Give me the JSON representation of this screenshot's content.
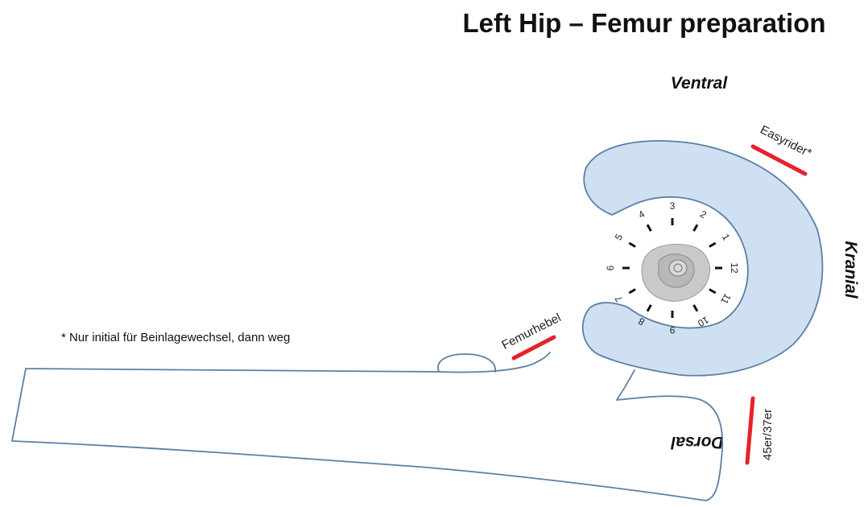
{
  "title": "Left Hip – Femur preparation",
  "directions": {
    "ventral": "Ventral",
    "kranial": "Kranial",
    "dorsal": "Dorsal"
  },
  "instruments": [
    {
      "label": "Easyrider*"
    },
    {
      "label": "Femurhebel"
    },
    {
      "label": "45er/37er"
    }
  ],
  "footnote": "* Nur initial für Beinlagewechsel, dann weg",
  "clock": {
    "numbers": [
      "1",
      "2",
      "3",
      "4",
      "5",
      "6",
      "7",
      "8",
      "9",
      "10",
      "11",
      "12"
    ]
  },
  "colors": {
    "acetabulum_fill": "#cfe0f3",
    "outline": "#5b7fa6",
    "instrument_marker": "#e5232a",
    "tick": "#111111",
    "femoral_head": "#c9c9c9"
  }
}
